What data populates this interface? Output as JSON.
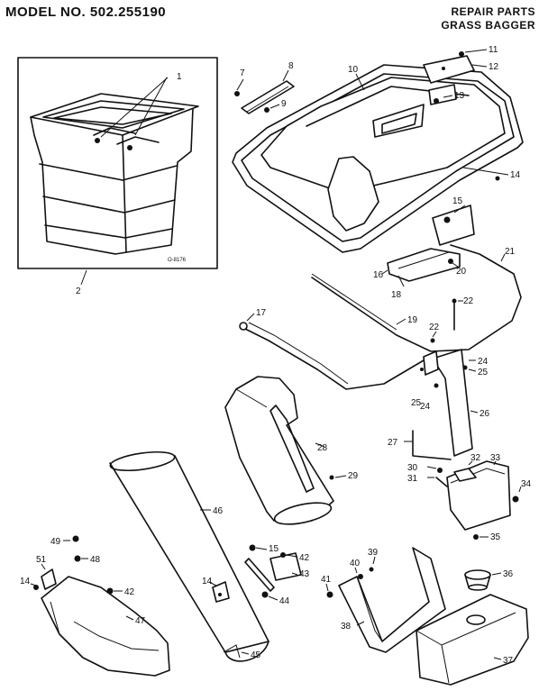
{
  "header": {
    "model": "MODEL NO. 502.255190",
    "title_line1": "REPAIR PARTS",
    "title_line2": "GRASS BAGGER"
  },
  "inset": {
    "ref_code": "O-8176"
  },
  "callouts": {
    "c1": "1",
    "c2": "2",
    "c7": "7",
    "c8": "8",
    "c9": "9",
    "c10": "10",
    "c11": "11",
    "c12": "12",
    "c13": "13",
    "c14a": "14",
    "c15a": "15",
    "c16": "16",
    "c17": "17",
    "c18": "18",
    "c19": "19",
    "c20": "20",
    "c21": "21",
    "c22a": "22",
    "c22b": "22",
    "c24a": "24",
    "c24b": "24",
    "c25a": "25",
    "c25b": "25",
    "c26": "26",
    "c27": "27",
    "c28": "28",
    "c29": "29",
    "c30": "30",
    "c31": "31",
    "c32": "32",
    "c33": "33",
    "c34": "34",
    "c35": "35",
    "c36": "36",
    "c37": "37",
    "c38": "38",
    "c39": "39",
    "c40": "40",
    "c41": "41",
    "c42a": "42",
    "c42b": "42",
    "c43": "43",
    "c44": "44",
    "c45": "45",
    "c46": "46",
    "c47": "47",
    "c48": "48",
    "c49": "49",
    "c51": "51",
    "c14b": "14",
    "c14c": "14",
    "c15b": "15"
  }
}
